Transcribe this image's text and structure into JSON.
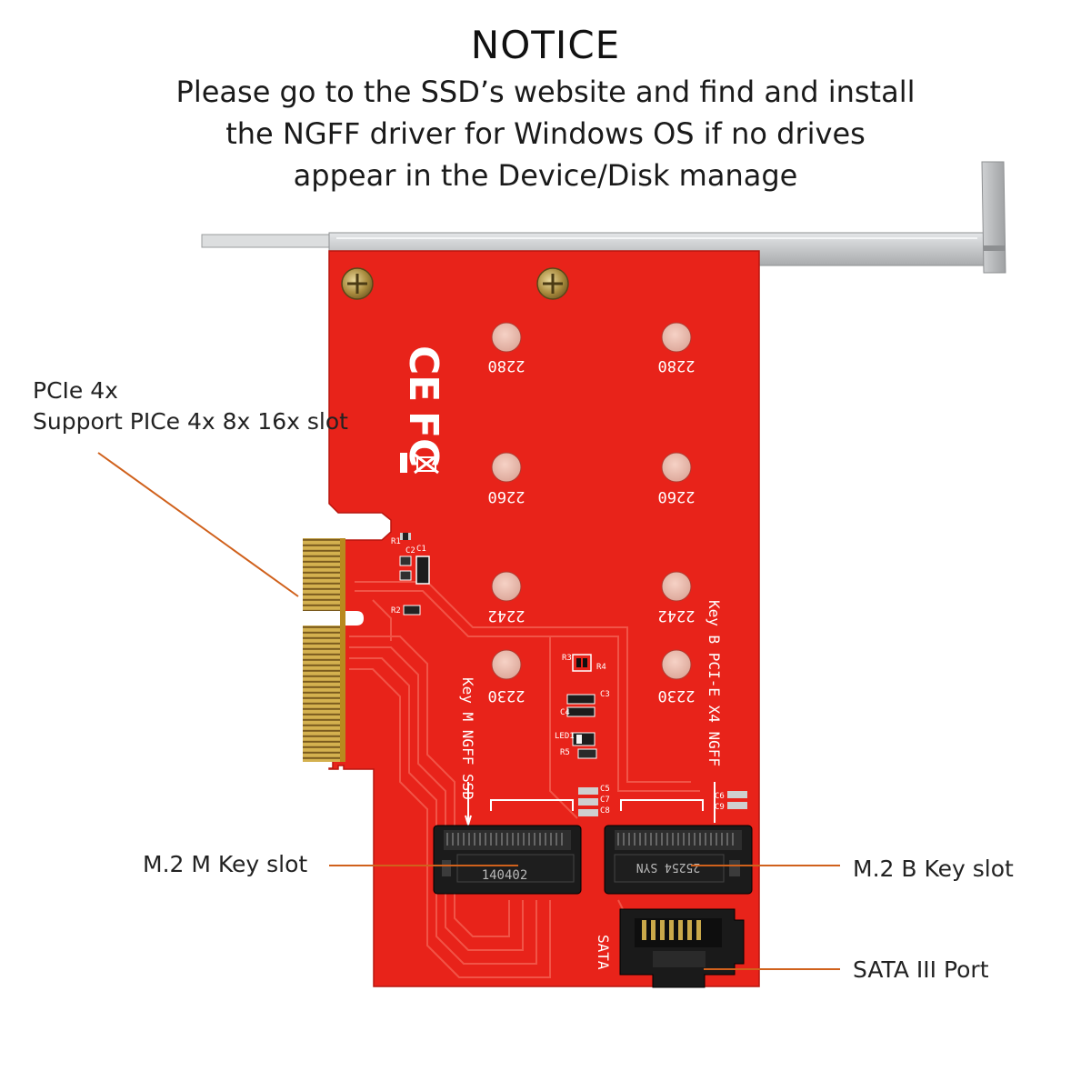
{
  "notice": {
    "title": "NOTICE",
    "lines": [
      "Please go to the SSD’s website and find and install",
      "the NGFF driver for Windows OS if no drives",
      "appear in the Device/Disk manage"
    ]
  },
  "callouts": {
    "pcie_line1": "PCIe 4x",
    "pcie_line2": "Support PICe 4x 8x 16x slot",
    "m_key": "M.2 M Key slot",
    "b_key": "M.2 B Key slot",
    "sata": "SATA III Port"
  },
  "board": {
    "marks": [
      "2280",
      "2280",
      "2260",
      "2260",
      "2242",
      "2242",
      "2230",
      "2230"
    ],
    "left_slot_label": "Key M NGFF SSD",
    "right_slot_label": "Key B PCI-E X4 NGFF",
    "left_chip_text": "140402",
    "right_chip_text": "25254 SYN",
    "sata_text": "SATA",
    "silk_r3": "R3",
    "silk_r4": "R4",
    "silk_c1": "C1",
    "silk_c2": "C2",
    "silk_r1": "R1",
    "silk_r2": "R2",
    "silk_c3": "C3",
    "silk_c4": "C4",
    "silk_led": "LED1",
    "silk_r5": "R5",
    "silk_c5": "C5",
    "silk_c7": "C7",
    "silk_c8": "C8",
    "silk_c6": "C6",
    "silk_c9": "C9"
  },
  "colors": {
    "pcb": "#e8231a",
    "trace": "#f0473d",
    "gold": "#c8a845",
    "bracket": "#c9cbcd",
    "leader": "#d0611c"
  }
}
